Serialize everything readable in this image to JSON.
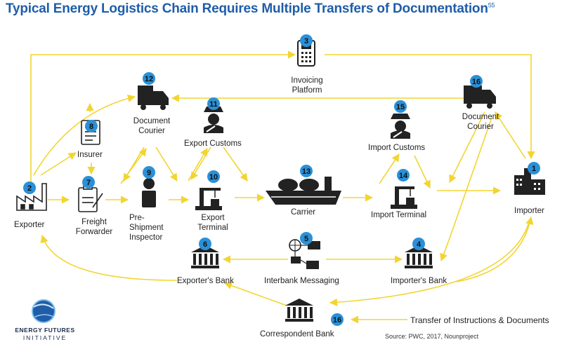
{
  "title": "Typical Energy Logistics Chain Requires Multiple Transfers of Documentation",
  "footnote": "55",
  "colors": {
    "title": "#1f5da8",
    "badge": "#2a90d8",
    "arrow": "#f2d530",
    "icon": "#222222"
  },
  "nodes": {
    "exporter": {
      "num": "2",
      "label": "Exporter",
      "icon": "factory-icon"
    },
    "invoicing": {
      "num": "3",
      "label": "Invoicing Platform",
      "icon": "calculator-icon"
    },
    "importer_bank": {
      "num": "4",
      "label": "Importer's Bank",
      "icon": "bank-icon"
    },
    "interbank": {
      "num": "5",
      "label": "Interbank Messaging",
      "icon": "network-icon"
    },
    "exporter_bank": {
      "num": "6",
      "label": "Exporter's Bank",
      "icon": "bank-icon"
    },
    "freight": {
      "num": "7",
      "label": "Freight Forwarder",
      "icon": "clipboard-icon"
    },
    "insurer": {
      "num": "8",
      "label": "Insurer",
      "icon": "document-icon"
    },
    "inspector": {
      "num": "9",
      "label": "Pre-Shipment Inspector",
      "icon": "person-icon"
    },
    "exp_terminal": {
      "num": "10",
      "label": "Export Terminal",
      "icon": "crane-icon"
    },
    "exp_customs": {
      "num": "11",
      "label": "Export Customs",
      "icon": "officer-icon"
    },
    "doc_courier_l": {
      "num": "12",
      "label": "Document Courier",
      "icon": "truck-icon"
    },
    "carrier": {
      "num": "13",
      "label": "Carrier",
      "icon": "ship-icon"
    },
    "imp_terminal": {
      "num": "14",
      "label": "Import Terminal",
      "icon": "crane-icon"
    },
    "imp_customs": {
      "num": "15",
      "label": "Import Customs",
      "icon": "officer-icon"
    },
    "doc_courier_r": {
      "num": "16",
      "label": "Document Courier",
      "icon": "truck-icon"
    },
    "importer": {
      "num": "1",
      "label": "Importer",
      "icon": "city-icon"
    },
    "correspondent": {
      "num": "16",
      "label": "Correspondent Bank",
      "icon": "bank-icon"
    }
  },
  "legend": {
    "text": "Transfer of Instructions & Documents"
  },
  "source": "Source: PWC, 2017, Nounproject",
  "logo": {
    "line1": "ENERGY FUTURES",
    "line2": "INITIATIVE"
  }
}
